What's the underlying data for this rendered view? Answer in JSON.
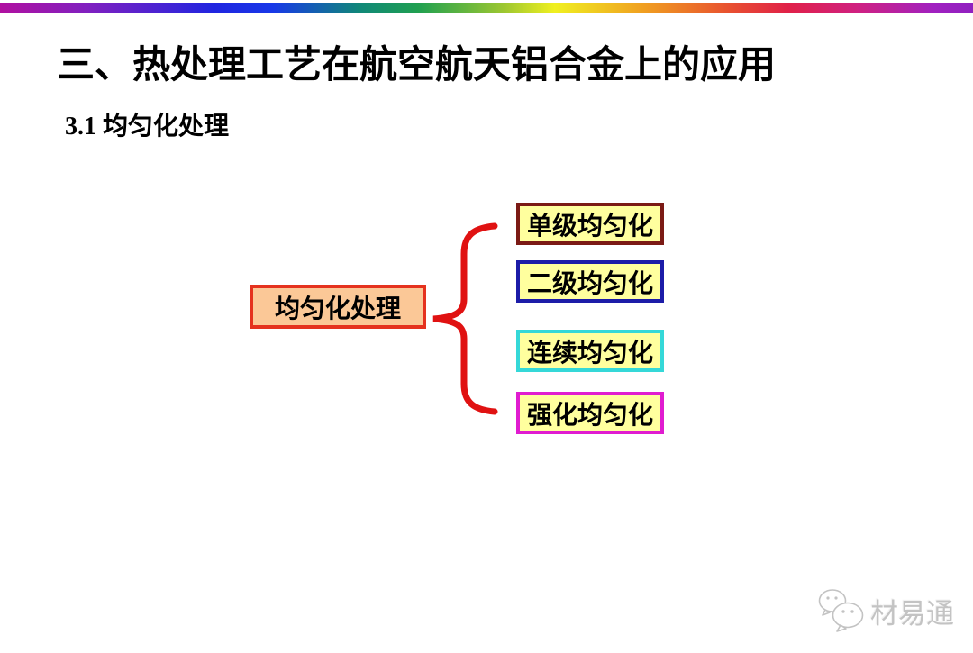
{
  "slide": {
    "title": "三、热处理工艺在航空航天铝合金上的应用",
    "subtitle": "3.1 均匀化处理"
  },
  "diagram": {
    "type": "tree-brace",
    "root": {
      "label": "均匀化处理",
      "fill": "#fbc897",
      "border": "#e5321e"
    },
    "brace_color": "#e01212",
    "children": [
      {
        "label": "单级均匀化",
        "fill": "#ffff9e",
        "border": "#7b1a15"
      },
      {
        "label": "二级均匀化",
        "fill": "#ffff9e",
        "border": "#1c1ca8"
      },
      {
        "label": "连续均匀化",
        "fill": "#ffff9e",
        "border": "#35d8d8"
      },
      {
        "label": "强化均匀化",
        "fill": "#ffff9e",
        "border": "#e01cd0"
      }
    ]
  },
  "watermark": {
    "label": "材易通",
    "icon": "wechat-chat-bubbles-icon",
    "color": "#c3c3c3"
  },
  "decoration": {
    "rainbow_gradient_stops": [
      "#b010a0",
      "#8020c0",
      "#2025e0",
      "#108878",
      "#20a050",
      "#f0f020",
      "#f0a020",
      "#e02048",
      "#d02080",
      "#9020c0"
    ]
  }
}
